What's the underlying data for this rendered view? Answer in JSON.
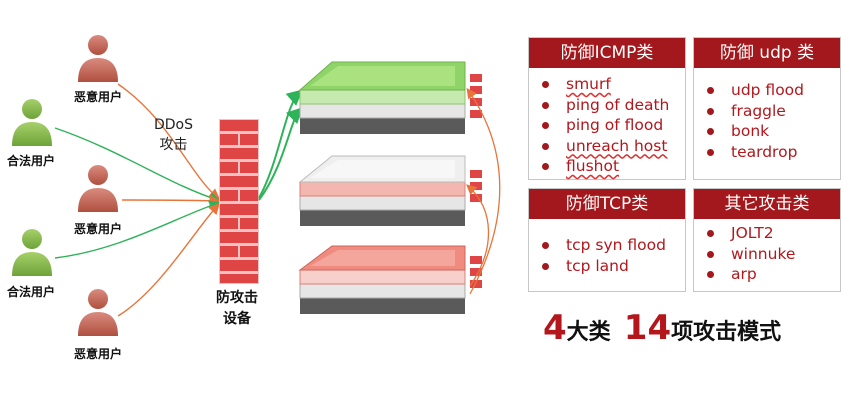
{
  "users": [
    {
      "label": "恶意用户",
      "type": "malicious"
    },
    {
      "label": "合法用户",
      "type": "legit"
    },
    {
      "label": "恶意用户",
      "type": "malicious"
    },
    {
      "label": "合法用户",
      "type": "legit"
    },
    {
      "label": "恶意用户",
      "type": "malicious"
    }
  ],
  "attack_label": [
    "DDoS",
    "攻击"
  ],
  "device_label": [
    "防攻击",
    "设备"
  ],
  "panels": {
    "icmp": {
      "title": "防御ICMP类",
      "items": [
        "smurf",
        "ping of death",
        "ping of flood",
        "unreach host",
        "flushot"
      ]
    },
    "udp": {
      "title": "防御 udp 类",
      "items": [
        "udp flood",
        "fraggle",
        "bonk",
        "teardrop"
      ]
    },
    "tcp": {
      "title": "防御TCP类",
      "items": [
        "tcp syn flood",
        "tcp land"
      ]
    },
    "other": {
      "title": "其它攻击类",
      "items": [
        "JOLT2",
        "winnuke",
        "arp"
      ]
    }
  },
  "summary": {
    "num1": "4",
    "text1": "大类",
    "num2": "14",
    "text2": "项攻击模式"
  },
  "colors": {
    "panel_header": "#a3181c",
    "item_text": "#b3171c",
    "malicious": "#c46a5e",
    "legit": "#8cbf4e",
    "wall": "#e04545",
    "arrow_legit": "#2fb35a",
    "arrow_malicious": "#e8743b",
    "server_green": "#8fd468",
    "server_red": "#f08b80"
  }
}
